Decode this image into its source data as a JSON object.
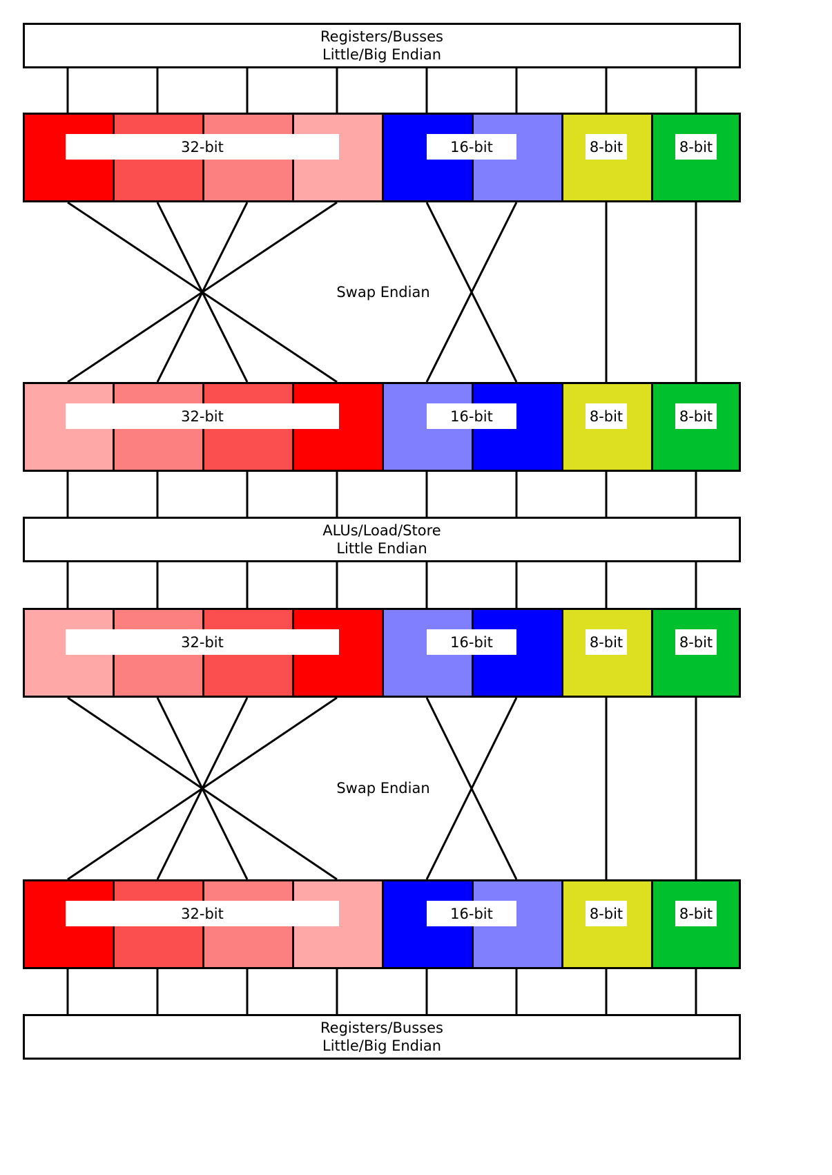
{
  "title_boxes": {
    "top": {
      "line1": "Registers/Busses",
      "line2": "Little/Big Endian"
    },
    "middle": {
      "line1": "ALUs/Load/Store",
      "line2": "Little Endian"
    },
    "bottom": {
      "line1": "Registers/Busses",
      "line2": "Little/Big Endian"
    }
  },
  "swap_sections": [
    {
      "label": "Swap Endian"
    },
    {
      "label": "Swap Endian"
    }
  ],
  "bit_group_labels": {
    "group32": "32-bit",
    "group16": "16-bit",
    "group8": "8-bit"
  },
  "colors": {
    "red_byte0": "#ff0000",
    "red_byte1": "#fb4f4f",
    "red_byte2": "#fc8080",
    "red_byte3": "#ffa8a8",
    "blue_byte0": "#0000ff",
    "blue_byte1": "#8080ff",
    "yellow_byte": "#dde021",
    "green_byte": "#00c02e",
    "line": "#000000",
    "background": "#ffffff",
    "label_bg": "#ffffff",
    "text": "#000000"
  },
  "rows": [
    {
      "byte_colors": [
        "red_byte0",
        "red_byte1",
        "red_byte2",
        "red_byte3",
        "blue_byte0",
        "blue_byte1",
        "yellow_byte",
        "green_byte"
      ]
    },
    {
      "byte_colors": [
        "red_byte3",
        "red_byte2",
        "red_byte1",
        "red_byte0",
        "blue_byte1",
        "blue_byte0",
        "yellow_byte",
        "green_byte"
      ]
    },
    {
      "byte_colors": [
        "red_byte3",
        "red_byte2",
        "red_byte1",
        "red_byte0",
        "blue_byte1",
        "blue_byte0",
        "yellow_byte",
        "green_byte"
      ]
    },
    {
      "byte_colors": [
        "red_byte0",
        "red_byte1",
        "red_byte2",
        "red_byte3",
        "blue_byte0",
        "blue_byte1",
        "yellow_byte",
        "green_byte"
      ]
    }
  ],
  "swap_mapping": [
    3,
    2,
    1,
    0,
    5,
    4,
    6,
    7
  ]
}
